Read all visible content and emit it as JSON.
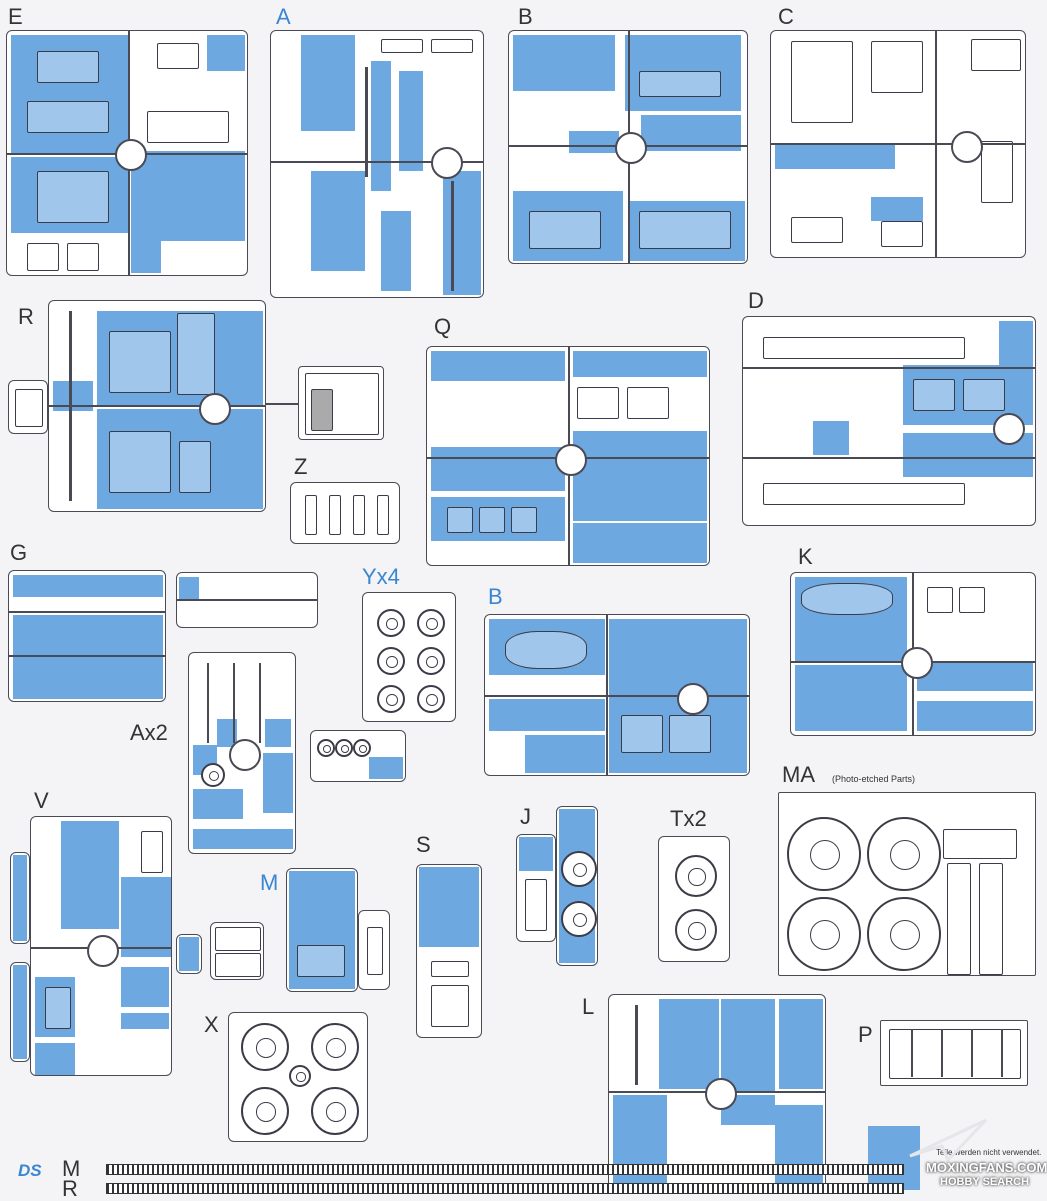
{
  "colors": {
    "highlight": "#6ea8e0",
    "accent_label": "#3a86d0",
    "outline": "#4a4a55"
  },
  "sprue_labels": {
    "E": "E",
    "A": "A",
    "B_top": "B",
    "C": "C",
    "R": "R",
    "Q": "Q",
    "D": "D",
    "Z": "Z",
    "G": "G",
    "Yx4": "Yx4",
    "B_mid": "B",
    "K": "K",
    "Ax2": "Ax2",
    "MA": "MA",
    "MA_note": "(Photo-etched Parts)",
    "V": "V",
    "J": "J",
    "Tx2": "Tx2",
    "S": "S",
    "M": "M",
    "X": "X",
    "L": "L",
    "P": "P",
    "M_track": "M",
    "R_track": "R"
  },
  "legend": {
    "line1": "Teile werden nicht verwendet."
  },
  "logo": {
    "text": "DS",
    "icon": "ds-logo-icon"
  },
  "watermarks": {
    "site1": "MOXINGFANS.COM",
    "site2": "HOBBY SEARCH"
  }
}
